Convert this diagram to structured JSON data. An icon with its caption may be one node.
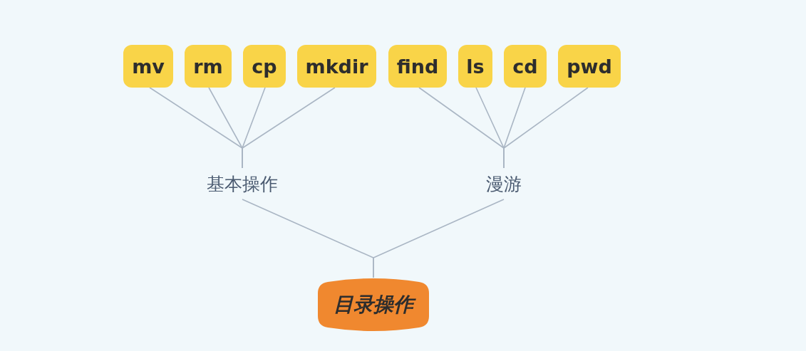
{
  "diagram": {
    "nodes": [
      {
        "text": [
          "目录操作"
        ]
      },
      {
        "text": [
          "基本操作"
        ]
      },
      {
        "text": [
          "漫游"
        ]
      },
      {
        "text": [
          "mv"
        ]
      },
      {
        "text": [
          "rm"
        ]
      },
      {
        "text": [
          "cp"
        ]
      },
      {
        "text": [
          "mkdir"
        ]
      },
      {
        "text": [
          "find"
        ]
      },
      {
        "text": [
          "ls"
        ]
      },
      {
        "text": [
          "cd"
        ]
      },
      {
        "text": [
          "pwd"
        ]
      }
    ],
    "edges": [
      {
        "from": 0,
        "to": 1,
        "arrow": "none"
      },
      {
        "from": 0,
        "to": 2,
        "arrow": "none"
      },
      {
        "from": 1,
        "to": 3,
        "arrow": "none"
      },
      {
        "from": 1,
        "to": 4,
        "arrow": "none"
      },
      {
        "from": 1,
        "to": 5,
        "arrow": "none"
      },
      {
        "from": 1,
        "to": 6,
        "arrow": "none"
      },
      {
        "from": 2,
        "to": 7,
        "arrow": "none"
      },
      {
        "from": 2,
        "to": 8,
        "arrow": "none"
      },
      {
        "from": 2,
        "to": 9,
        "arrow": "none"
      },
      {
        "from": 2,
        "to": 10,
        "arrow": "none"
      }
    ]
  }
}
